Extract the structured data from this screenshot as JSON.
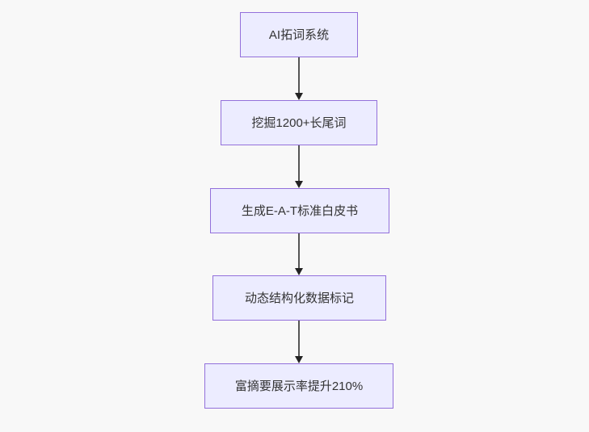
{
  "flowchart": {
    "type": "vertical-flow",
    "colors": {
      "background": "#f8f8f8",
      "node_fill": "#ECECFF",
      "node_border": "#9370DB",
      "text": "#333333",
      "arrow_line": "#555555",
      "arrow_head": "#222222"
    },
    "nodes": [
      {
        "label": "AI拓词系统"
      },
      {
        "label": "挖掘1200+长尾词"
      },
      {
        "label": "生成E-A-T标准白皮书"
      },
      {
        "label": "动态结构化数据标记"
      },
      {
        "label": "富摘要展示率提升210%"
      }
    ],
    "edges": [
      {
        "from": 0,
        "to": 1
      },
      {
        "from": 1,
        "to": 2
      },
      {
        "from": 2,
        "to": 3
      },
      {
        "from": 3,
        "to": 4
      }
    ]
  }
}
